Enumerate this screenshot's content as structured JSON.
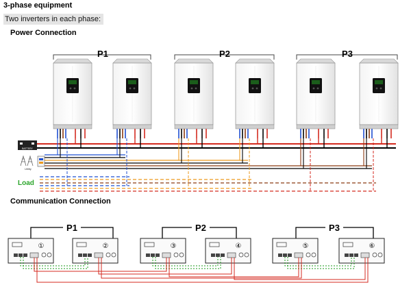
{
  "header": {
    "title": "3-phase equipment",
    "subtitle": "Two inverters in each phase:"
  },
  "sections": {
    "power": "Power Connection",
    "communication": "Communication Connection"
  },
  "phases": [
    "P1",
    "P2",
    "P3"
  ],
  "inverter_numbers": [
    "①",
    "②",
    "③",
    "④",
    "⑤",
    "⑥"
  ],
  "labels": {
    "load": "Load",
    "battery": "BATTERY",
    "utility": "Utility"
  },
  "colors": {
    "red": "#d42a1f",
    "black": "#000000",
    "blue": "#1f4fd0",
    "orange": "#ee9a1e",
    "brown": "#8a3a10",
    "green": "#1a9a1a",
    "load_green": "#2aa52a"
  }
}
